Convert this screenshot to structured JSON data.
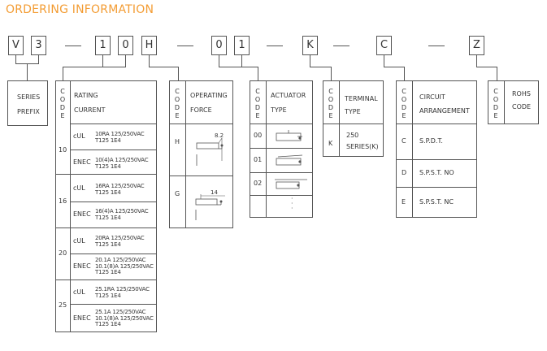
{
  "title": "ORDERING INFORMATION",
  "code_boxes": [
    "V",
    "3",
    "1",
    "0",
    "H",
    "0",
    "1",
    "K",
    "C",
    "Z"
  ],
  "dash": "—",
  "code_header": [
    "C",
    "O",
    "D",
    "E"
  ],
  "series": {
    "line1": "SERIES",
    "line2": "PREFIX"
  },
  "rating": {
    "h1": "RATING",
    "h2": "CURRENT",
    "groups": [
      {
        "code": "10",
        "rows": [
          {
            "std": "cUL",
            "lines": [
              "10RA 125/250VAC",
              "T125 1E4"
            ]
          },
          {
            "std": "ENEC",
            "lines": [
              "10(4)A 125/250VAC",
              "T125 1E4"
            ]
          }
        ]
      },
      {
        "code": "16",
        "rows": [
          {
            "std": "cUL",
            "lines": [
              "16RA 125/250VAC",
              "T125 1E4"
            ]
          },
          {
            "std": "ENEC",
            "lines": [
              "16(4)A 125/250VAC",
              "T125 1E4"
            ]
          }
        ]
      },
      {
        "code": "20",
        "rows": [
          {
            "std": "cUL",
            "lines": [
              "20RA 125/250VAC",
              "T125 1E4"
            ]
          },
          {
            "std": "ENEC",
            "lines": [
              "20.1A 125/250VAC",
              "10.1(8)A 125/250VAC",
              "T125 1E4"
            ]
          }
        ]
      },
      {
        "code": "25",
        "rows": [
          {
            "std": "cUL",
            "lines": [
              "25.1RA 125/250VAC",
              "T125 1E4"
            ]
          },
          {
            "std": "ENEC",
            "lines": [
              "25.1A 125/250VAC",
              "10.1(8)A 125/250VAC",
              "T125 1E4"
            ]
          }
        ]
      }
    ]
  },
  "force": {
    "h1": "OPERATING",
    "h2": "FORCE",
    "rows": [
      {
        "code": "H",
        "dim": "8.2"
      },
      {
        "code": "G",
        "dim": "14"
      }
    ]
  },
  "actuator": {
    "h1": "ACTUATOR",
    "h2": "TYPE",
    "rows": [
      "00",
      "01",
      "02"
    ]
  },
  "terminal": {
    "h1": "TERMINAL",
    "h2": "TYPE",
    "code": "K",
    "desc1": "250",
    "desc2": "SERIES(K)"
  },
  "circuit": {
    "h1": "CIRCUIT",
    "h2": "ARRANGEMENT",
    "rows": [
      {
        "code": "C",
        "desc": "S.P.D.T."
      },
      {
        "code": "D",
        "desc": "S.P.S.T.  NO"
      },
      {
        "code": "E",
        "desc": "S.P.S.T.  NC"
      }
    ]
  },
  "rohs": {
    "h1": "ROHS",
    "h2": "CODE"
  }
}
